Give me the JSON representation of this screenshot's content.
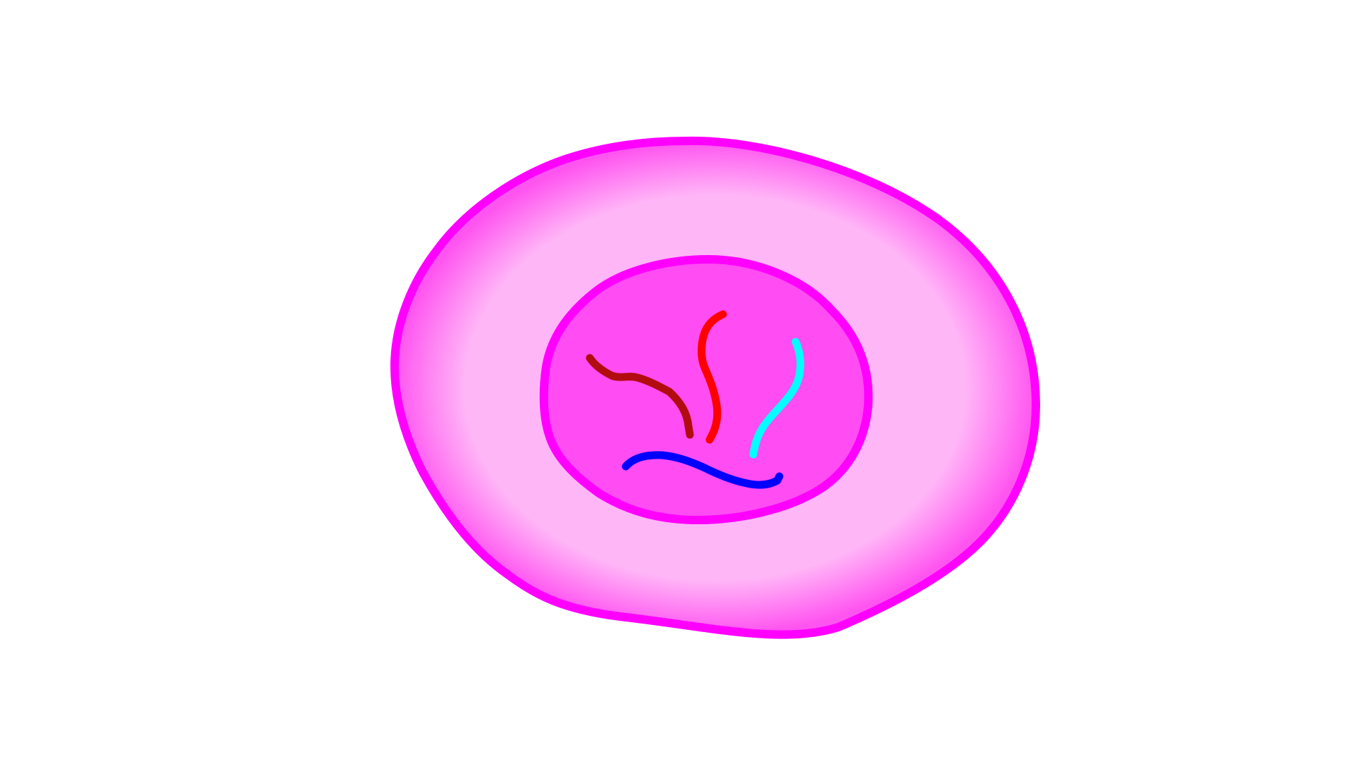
{
  "diagram": {
    "background_color": "#ffffff",
    "cell": {
      "membrane_color": "#ff00ff",
      "cytoplasm_center_color": "#ffb6f7",
      "cytoplasm_edge_color": "#ff55f0"
    },
    "nucleus": {
      "envelope_color": "#ff00ff",
      "fill_color": "#ff4cf3"
    },
    "chromosomes": [
      {
        "name": "chromosome-dark-red",
        "color": "#b30c10"
      },
      {
        "name": "chromosome-red",
        "color": "#ff0000"
      },
      {
        "name": "chromosome-cyan",
        "color": "#00ffff"
      },
      {
        "name": "chromosome-blue",
        "color": "#0000ff"
      }
    ]
  }
}
